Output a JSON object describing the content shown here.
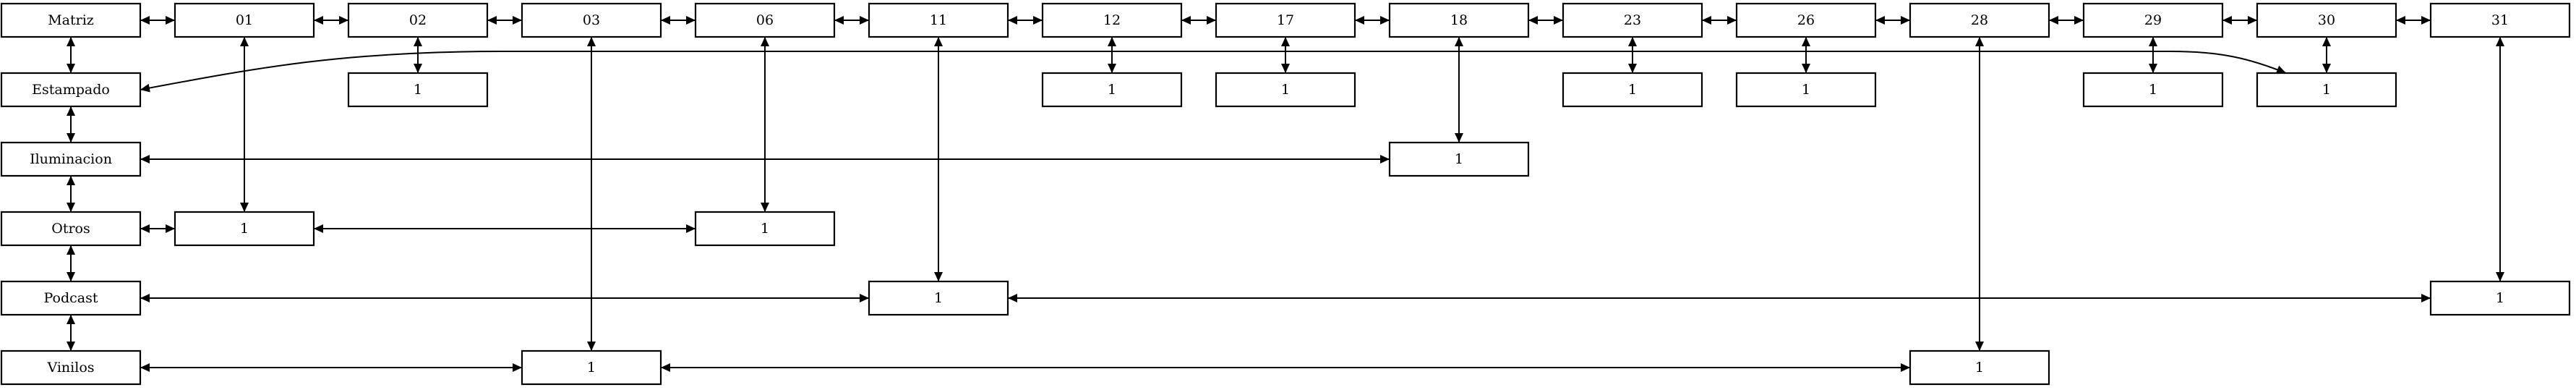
{
  "diagram": {
    "stroke_color": "#000000",
    "fill_color": "#ffffff",
    "nodes": [
      {
        "id": "matriz",
        "label": "Matriz"
      },
      {
        "id": "d01",
        "label": "01"
      },
      {
        "id": "d02",
        "label": "02"
      },
      {
        "id": "d03",
        "label": "03"
      },
      {
        "id": "d06",
        "label": "06"
      },
      {
        "id": "d11",
        "label": "11"
      },
      {
        "id": "d12",
        "label": "12"
      },
      {
        "id": "d17",
        "label": "17"
      },
      {
        "id": "d18",
        "label": "18"
      },
      {
        "id": "d23",
        "label": "23"
      },
      {
        "id": "d26",
        "label": "26"
      },
      {
        "id": "d28",
        "label": "28"
      },
      {
        "id": "d29",
        "label": "29"
      },
      {
        "id": "d30",
        "label": "30"
      },
      {
        "id": "d31",
        "label": "31"
      },
      {
        "id": "estampado",
        "label": "Estampado"
      },
      {
        "id": "iluminacion",
        "label": "Iluminacion"
      },
      {
        "id": "otros",
        "label": "Otros"
      },
      {
        "id": "podcast",
        "label": "Podcast"
      },
      {
        "id": "vinilos",
        "label": "Vinilos"
      },
      {
        "id": "v02",
        "label": "1"
      },
      {
        "id": "v12",
        "label": "1"
      },
      {
        "id": "v17",
        "label": "1"
      },
      {
        "id": "v23",
        "label": "1"
      },
      {
        "id": "v26",
        "label": "1"
      },
      {
        "id": "v29",
        "label": "1"
      },
      {
        "id": "v30",
        "label": "1"
      },
      {
        "id": "v18",
        "label": "1"
      },
      {
        "id": "v01",
        "label": "1"
      },
      {
        "id": "v06",
        "label": "1"
      },
      {
        "id": "v11",
        "label": "1"
      },
      {
        "id": "v31",
        "label": "1"
      },
      {
        "id": "v03",
        "label": "1"
      },
      {
        "id": "v28",
        "label": "1"
      }
    ],
    "edges": [
      {
        "from": "matriz",
        "to": "d01"
      },
      {
        "from": "d01",
        "to": "d02"
      },
      {
        "from": "d02",
        "to": "d03"
      },
      {
        "from": "d03",
        "to": "d06"
      },
      {
        "from": "d06",
        "to": "d11"
      },
      {
        "from": "d11",
        "to": "d12"
      },
      {
        "from": "d12",
        "to": "d17"
      },
      {
        "from": "d17",
        "to": "d18"
      },
      {
        "from": "d18",
        "to": "d23"
      },
      {
        "from": "d23",
        "to": "d26"
      },
      {
        "from": "d26",
        "to": "d28"
      },
      {
        "from": "d28",
        "to": "d29"
      },
      {
        "from": "d29",
        "to": "d30"
      },
      {
        "from": "d30",
        "to": "d31"
      },
      {
        "from": "matriz",
        "to": "estampado"
      },
      {
        "from": "estampado",
        "to": "iluminacion"
      },
      {
        "from": "iluminacion",
        "to": "otros"
      },
      {
        "from": "otros",
        "to": "podcast"
      },
      {
        "from": "podcast",
        "to": "vinilos"
      },
      {
        "from": "d02",
        "to": "v02"
      },
      {
        "from": "d12",
        "to": "v12"
      },
      {
        "from": "d17",
        "to": "v17"
      },
      {
        "from": "d23",
        "to": "v23"
      },
      {
        "from": "d26",
        "to": "v26"
      },
      {
        "from": "d29",
        "to": "v29"
      },
      {
        "from": "d30",
        "to": "v30"
      },
      {
        "from": "d18",
        "to": "v18"
      },
      {
        "from": "d01",
        "to": "v01"
      },
      {
        "from": "d06",
        "to": "v06"
      },
      {
        "from": "d11",
        "to": "v11"
      },
      {
        "from": "d31",
        "to": "v31"
      },
      {
        "from": "d03",
        "to": "v03"
      },
      {
        "from": "d28",
        "to": "v28"
      },
      {
        "from": "estampado",
        "to": "v30",
        "curved": true
      },
      {
        "from": "iluminacion",
        "to": "v18"
      },
      {
        "from": "otros",
        "to": "v01"
      },
      {
        "from": "v01",
        "to": "v06"
      },
      {
        "from": "podcast",
        "to": "v11"
      },
      {
        "from": "v11",
        "to": "v31"
      },
      {
        "from": "vinilos",
        "to": "v03"
      },
      {
        "from": "v03",
        "to": "v28"
      }
    ]
  }
}
